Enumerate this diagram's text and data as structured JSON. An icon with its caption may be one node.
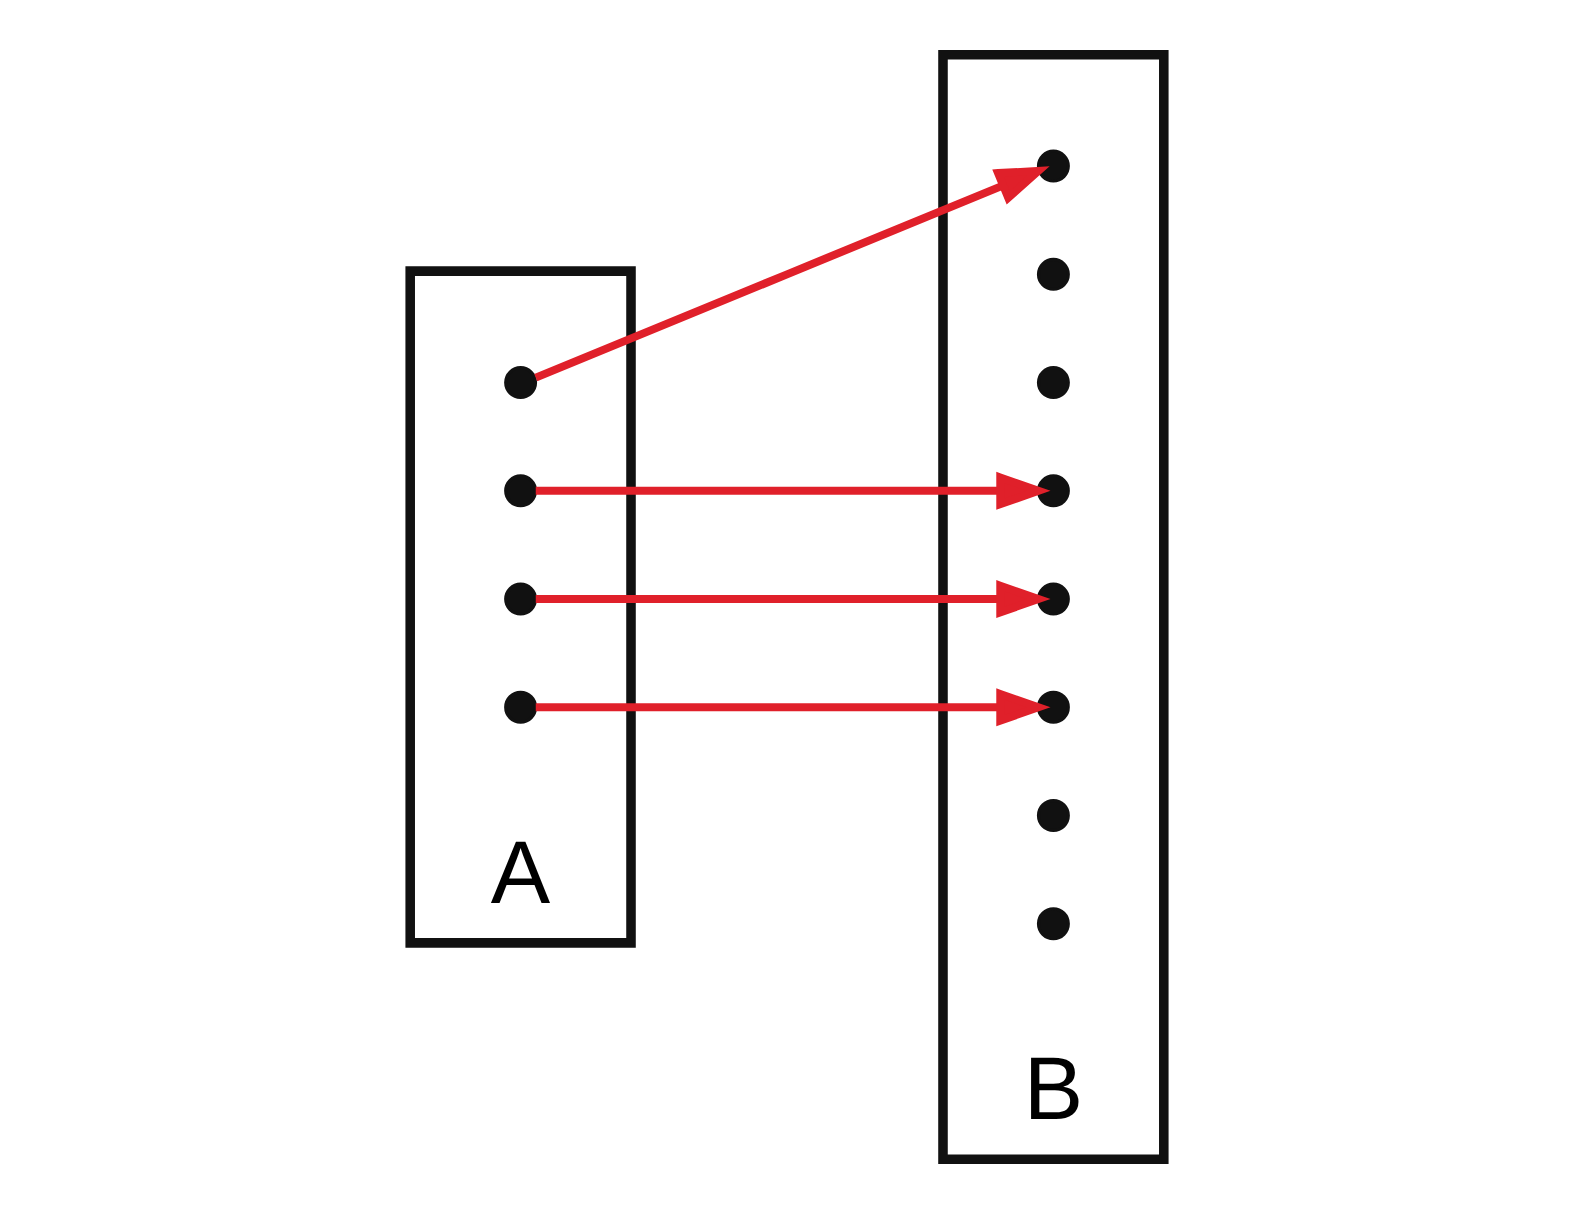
{
  "diagram": {
    "nodes": [
      {
        "text": [
          "A"
        ]
      },
      {
        "text": [],
        "shape": "circle",
        "in": 0
      },
      {
        "text": [],
        "shape": "circle",
        "in": 0
      },
      {
        "text": [],
        "shape": "circle",
        "in": 0
      },
      {
        "text": [],
        "shape": "circle",
        "in": 0
      },
      {
        "text": [
          "B"
        ]
      },
      {
        "text": [],
        "shape": "circle",
        "in": 5
      },
      {
        "text": [],
        "shape": "circle",
        "in": 5
      },
      {
        "text": [],
        "shape": "circle",
        "in": 5
      },
      {
        "text": [],
        "shape": "circle",
        "in": 5
      },
      {
        "text": [],
        "shape": "circle",
        "in": 5
      },
      {
        "text": [],
        "shape": "circle",
        "in": 5
      },
      {
        "text": [],
        "shape": "circle",
        "in": 5
      },
      {
        "text": [],
        "shape": "circle",
        "in": 5
      }
    ],
    "edges": [
      {
        "from": 1,
        "to": 11,
        "arrow": "to"
      },
      {
        "from": 2,
        "to": 10,
        "arrow": "to"
      },
      {
        "from": 3,
        "to": 9,
        "arrow": "to"
      },
      {
        "from": 4,
        "to": 6,
        "arrow": "to"
      }
    ]
  }
}
